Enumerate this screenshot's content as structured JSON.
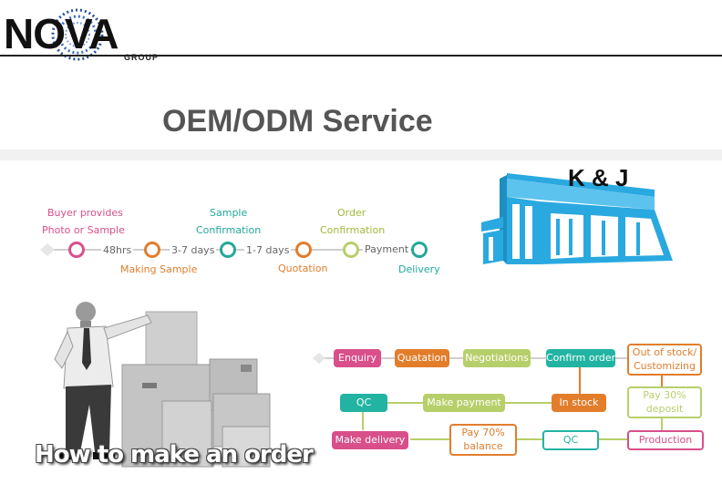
{
  "header": {
    "logo_text": "NOVA",
    "logo_sub": "GROUP"
  },
  "title": "OEM/ODM Service",
  "building_label": "K & J",
  "timeline": {
    "upper_labels": [
      {
        "line1": "Buyer provides",
        "line2": "Photo or Sample"
      },
      {
        "line1": "Sample",
        "line2": "Confirmation"
      },
      {
        "line1": "Order",
        "line2": "Confirmation"
      }
    ],
    "durations": [
      "48hrs",
      "3-7 days",
      "1-7 days",
      "Payment"
    ],
    "lower_labels": [
      "Making Sample",
      "Quotation",
      "Delivery"
    ]
  },
  "process": {
    "enquiry": "Enquiry",
    "quotation": "Quatation",
    "negotiations": "Negotiations",
    "confirm_order": "Confirm order",
    "out_of_stock_1": "Out of stock/",
    "out_of_stock_2": "Customizing",
    "qc_top": "QC",
    "make_payment": "Make payment",
    "in_stock": "In stock",
    "pay30_1": "Pay 30%",
    "pay30_2": "deposit",
    "make_delivery": "Make delivery",
    "pay70_1": "Pay 70%",
    "pay70_2": "balance",
    "qc_bottom": "QC",
    "production": "Production"
  },
  "caption": "How to make an order",
  "colors": {
    "pink": "#d94f8a",
    "orange": "#e27d2c",
    "green": "#b7cf6a",
    "teal": "#22b3a2",
    "building": "#29a9e0"
  }
}
